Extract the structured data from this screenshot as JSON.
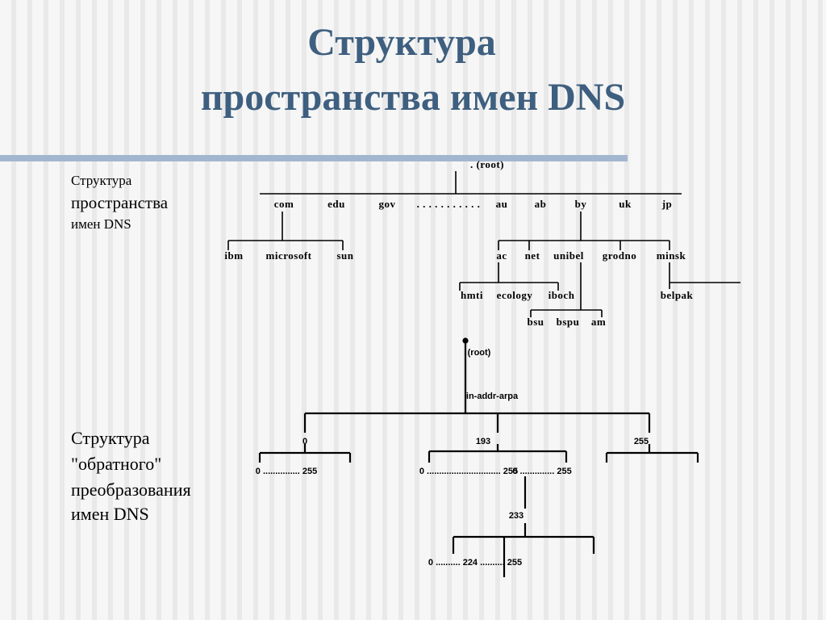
{
  "header": {
    "title_line1": "Структура",
    "title_line2": "пространства имен DNS"
  },
  "sidebar": {
    "dns_label": [
      "Структура",
      "пространства",
      "имен DNS"
    ],
    "reverse_label": [
      "Структура",
      "\"обратного\"",
      "преобразования",
      "имен DNS"
    ]
  },
  "namespace_tree": {
    "root": ". (root)",
    "top_level": [
      "com",
      "edu",
      "gov",
      ". . . . . . . . . . .",
      "au",
      "ab",
      "by",
      "uk",
      "jp"
    ],
    "com_children": [
      "ibm",
      "microsoft",
      "sun"
    ],
    "by_children": [
      "ac",
      "net",
      "unibel",
      "grodno",
      "minsk"
    ],
    "ac_children": [
      "hmti",
      "ecology",
      "iboch"
    ],
    "unibel_children": [
      "bsu",
      "bspu",
      "am"
    ],
    "minsk_children": [
      "belpak"
    ]
  },
  "reverse_tree": {
    "root": "(root)",
    "level1": "in-addr-arpa",
    "level2": [
      "0",
      "193",
      "255"
    ],
    "range_0": "0 ............... 255",
    "range_193_a": "0 .............................. 255",
    "range_193_b": "0 .............. 255",
    "node_233": "233",
    "range_233": "0 .......... 224 .......... 255"
  }
}
